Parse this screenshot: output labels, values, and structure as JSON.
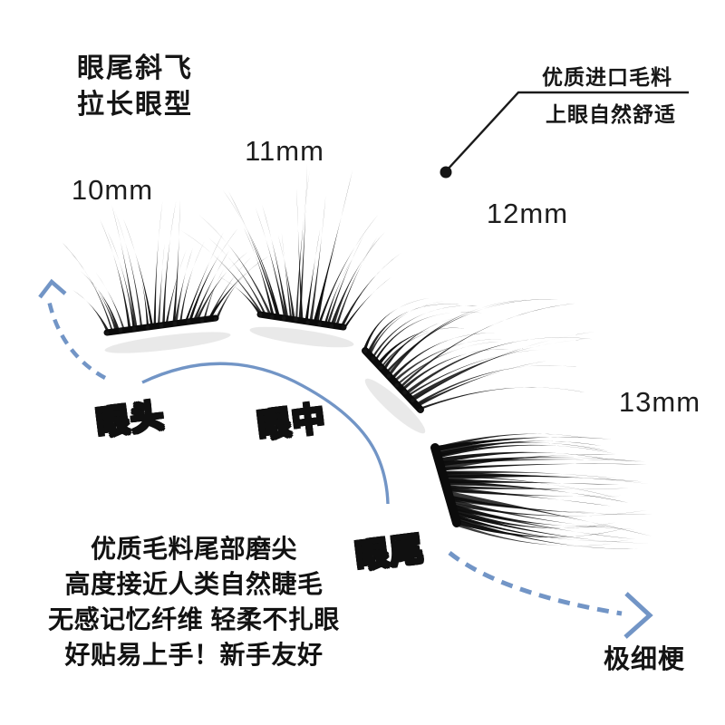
{
  "colors": {
    "accent_blue": "#7295c6",
    "ink": "#161616"
  },
  "title": {
    "line1": "眼尾斜飞",
    "line2": "拉长眼型"
  },
  "callout": {
    "top": "优质进口毛料",
    "bottom": "上眼自然舒适"
  },
  "size_labels": [
    "10mm",
    "11mm",
    "12mm",
    "13mm"
  ],
  "zone_labels": {
    "head": "眼头",
    "middle": "眼中",
    "tail": "眼尾"
  },
  "features": {
    "lines": [
      "优质毛料尾部磨尖",
      "高度接近人类自然睫毛",
      "无感记忆纤维 轻柔不扎眼",
      "好贴易上手！新手友好"
    ]
  },
  "stem_note": "极细梗"
}
